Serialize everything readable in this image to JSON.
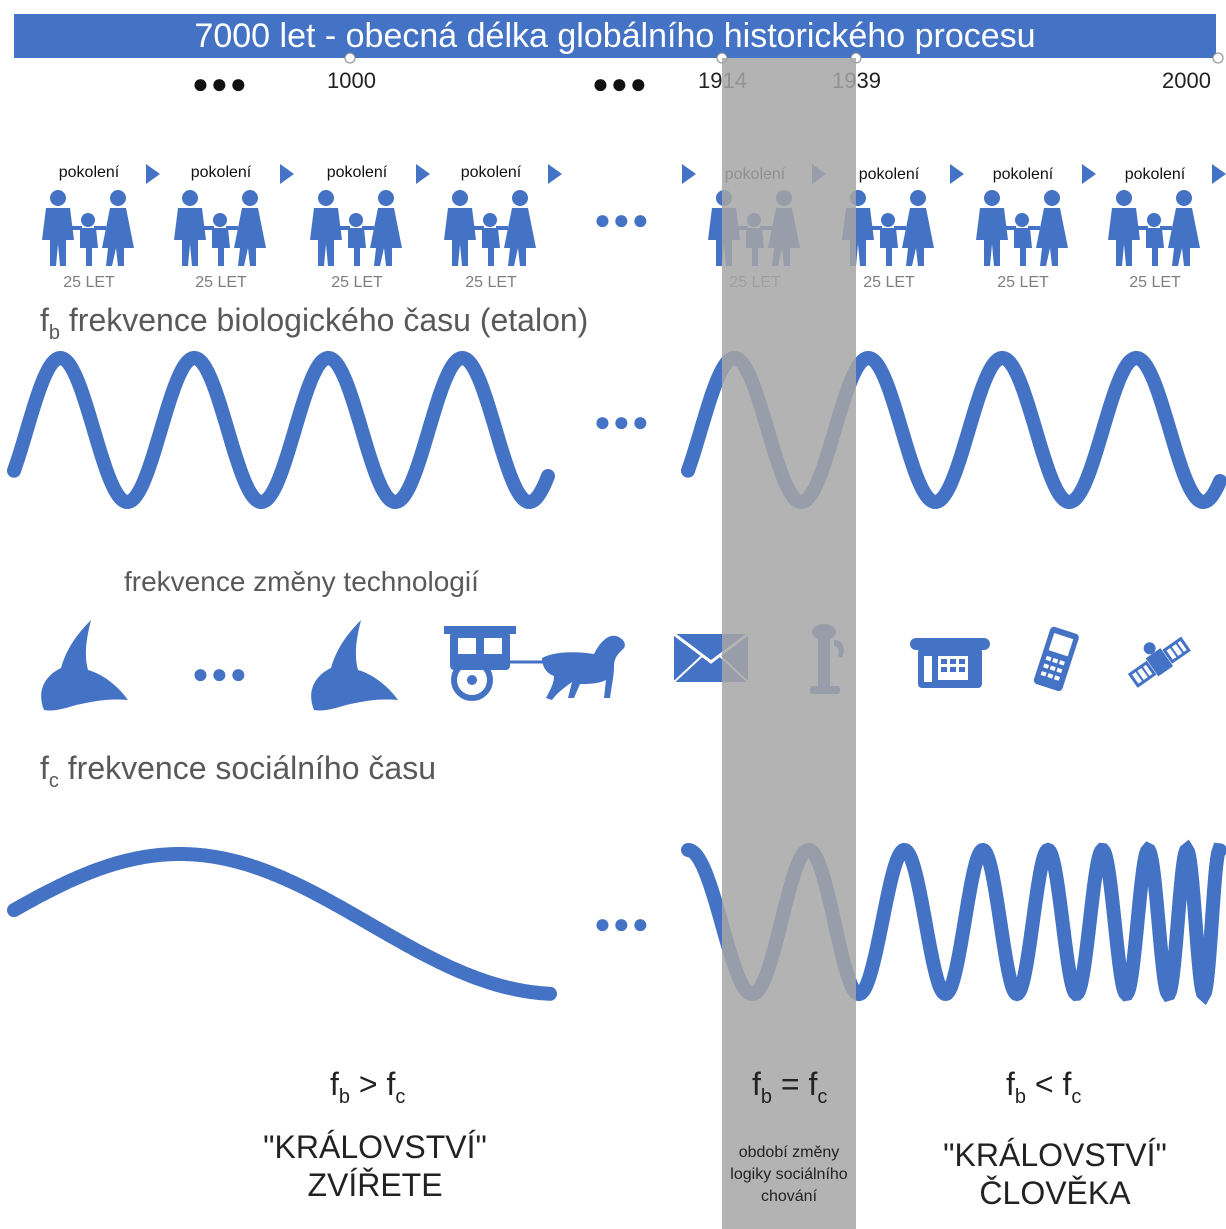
{
  "title": "7000 let - obecná délka globálního historického procesu",
  "timeline": {
    "ellipsis_1": "●●●",
    "ellipsis_2": "●●●",
    "years": [
      "1000",
      "1914",
      "1939",
      "2000"
    ]
  },
  "generations": {
    "label": "pokolení",
    "years_label": "25 LET",
    "ellipsis": "●●●"
  },
  "biological": {
    "symbol": "f",
    "subscript": "b",
    "title": "frekvence biologického času (etalon)",
    "ellipsis": "●●●"
  },
  "technology": {
    "title": "frekvence změny technologií",
    "ellipsis": "●●●",
    "icons": [
      "dove-icon",
      "dove-icon",
      "carriage-icon",
      "horse-icon",
      "envelope-icon",
      "candlestick-phone-icon",
      "desk-phone-icon",
      "mobile-phone-icon",
      "satellite-icon"
    ]
  },
  "social": {
    "symbol": "f",
    "subscript": "c",
    "title": "frekvence sociálního času",
    "ellipsis": "●●●"
  },
  "comparisons": {
    "left": {
      "a": "f",
      "a_sub": "b",
      "op": " > ",
      "b": "f",
      "b_sub": "c"
    },
    "middle": {
      "a": "f",
      "a_sub": "b",
      "op": " = ",
      "b": "f",
      "b_sub": "c"
    },
    "right": {
      "a": "f",
      "a_sub": "b",
      "op": " < ",
      "b": "f",
      "b_sub": "c"
    }
  },
  "kingdoms": {
    "animal_line1": "\"KRÁLOVSTVÍ\"",
    "animal_line2": "ZVÍŘETE",
    "human_line1": "\"KRÁLOVSTVÍ\"",
    "human_line2": "ČLOVĚKA"
  },
  "period_note": "období změny logiky sociálního chování",
  "colors": {
    "accent": "#4472c4",
    "band": "#a6a6a6",
    "text_gray": "#595959"
  }
}
